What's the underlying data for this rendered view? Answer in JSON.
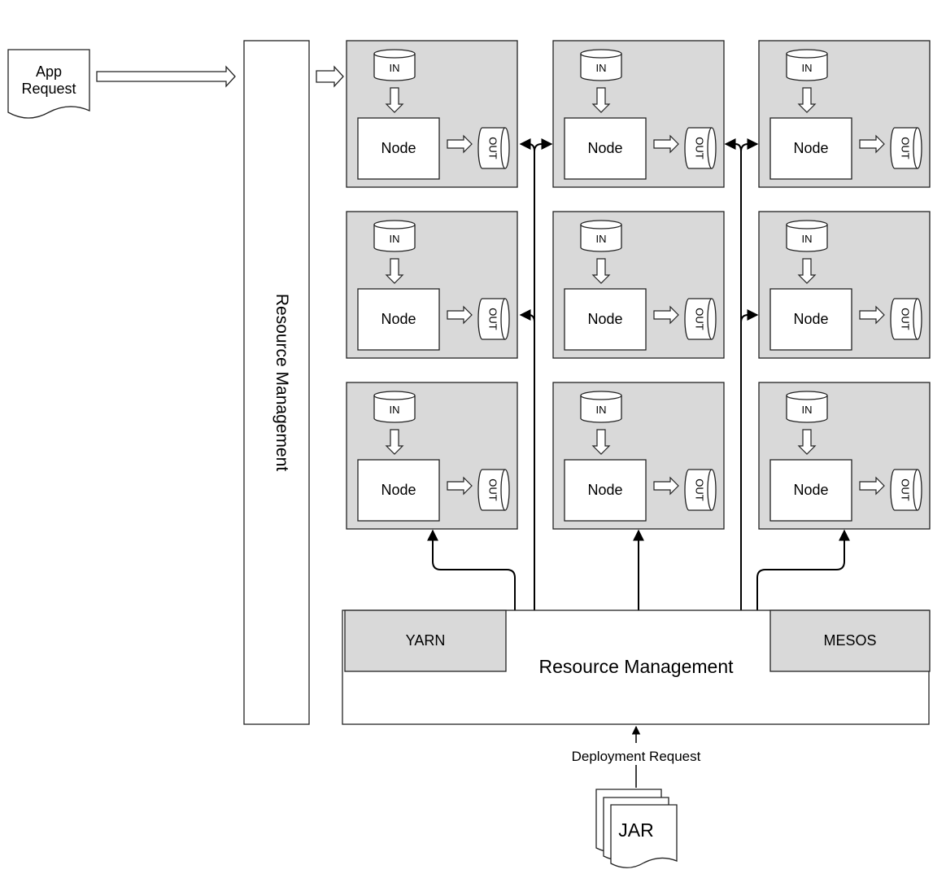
{
  "app_request": {
    "line1": "App",
    "line2": "Request"
  },
  "resource_management_side": "Resource Management",
  "resource_management_main": "Resource Management",
  "yarn": "YARN",
  "mesos": "MESOS",
  "deployment_request": "Deployment Request",
  "jar": "JAR",
  "cluster": {
    "node_label": "Node",
    "in_label": "IN",
    "out_label": "OUT",
    "rows": 3,
    "cols": 3
  },
  "colors": {
    "panel_fill": "#d9d9d9",
    "stroke": "#222222",
    "white": "#ffffff"
  }
}
